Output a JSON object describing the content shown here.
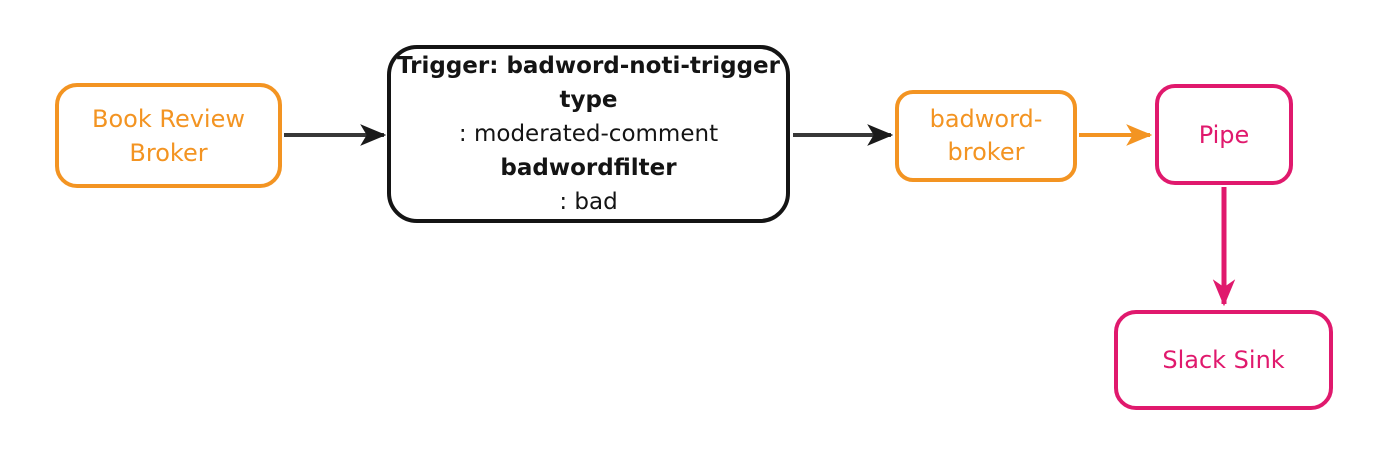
{
  "colors": {
    "orange": "#F39422",
    "pink": "#E0196D",
    "black": "#141414",
    "edge_dark": "#383838",
    "background": "#ffffff"
  },
  "nodes": {
    "book_review_broker": {
      "line1": "Book Review",
      "line2": "Broker"
    },
    "trigger_box": {
      "line1_bold": "Trigger: badword-noti-trigger",
      "line2_bold": "type",
      "line2_rest": ": moderated-comment",
      "line3_bold": "badwordfilter",
      "line3_rest": ": bad"
    },
    "badword_broker": {
      "line1": "badword-",
      "line2": "broker"
    },
    "pipe": {
      "label": "Pipe"
    },
    "slack_sink": {
      "label": "Slack Sink"
    }
  },
  "edges": [
    {
      "from": "book_review_broker",
      "to": "trigger_box",
      "color": "#383838"
    },
    {
      "from": "trigger_box",
      "to": "badword_broker",
      "color": "#383838"
    },
    {
      "from": "badword_broker",
      "to": "pipe",
      "color": "#F39422"
    },
    {
      "from": "pipe",
      "to": "slack_sink",
      "color": "#E0196D"
    }
  ]
}
